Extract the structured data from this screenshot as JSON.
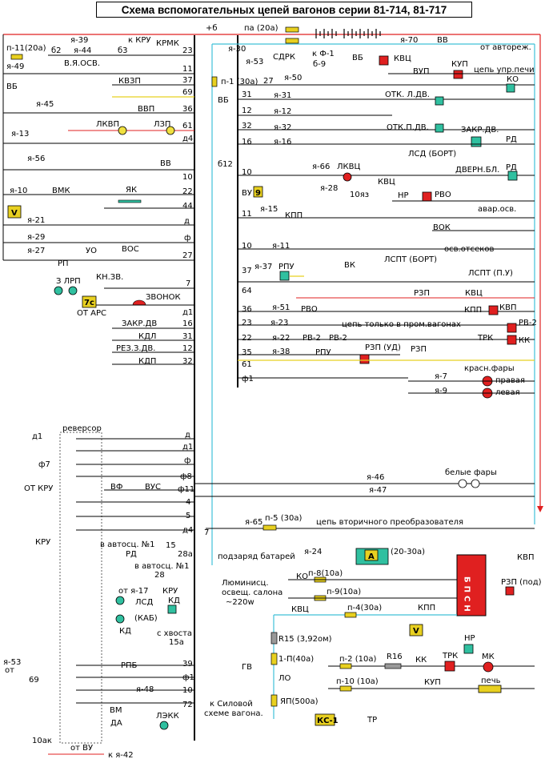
{
  "title": "Схема вспомогательных цепей вагонов серии 81-714, 81-717",
  "bus_labels": {
    "plus_b": "+б",
    "b2": "б2",
    "b3": "б3",
    "b12": "б12",
    "b9": "б-9",
    "n23": "23",
    "n11": "11",
    "n37": "37",
    "n69": "69",
    "n36": "36",
    "n61": "61",
    "d4": "д4",
    "n10": "10",
    "n22": "22",
    "n44": "44",
    "d": "д",
    "f": "ф",
    "n27": "27",
    "n7": "7",
    "d1": "д1",
    "n16": "16",
    "n31": "31",
    "n12": "12",
    "n32": "32"
  },
  "left_items": {
    "p11": "п-11(20а)",
    "ya39": "я-39",
    "to_kru": "к КРУ",
    "ya44": "я-44",
    "krmk": "КРМК",
    "ya49": "я-49",
    "vyaosv": "В.Я.ОСВ.",
    "vb": "ВБ",
    "kvzp": "КВЗП",
    "ya45": "я-45",
    "vvp": "ВВП",
    "lkvp": "ЛКВП",
    "lzp": "ЛЗП",
    "ya13": "я-13",
    "ya56": "я-56",
    "vv": "ВВ",
    "ya10": "я-10",
    "vmk": "ВМК",
    "yak": "ЯК",
    "v_meter": "V",
    "ya21": "я-21",
    "ya29": "я-29",
    "ya27": "я-27",
    "uo": "УО",
    "vos": "ВОС",
    "rp": "РП",
    "z_lrp": "З ЛРП",
    "knzv": "КН.ЗВ.",
    "zvonok": "ЗВОНОК",
    "b7c": "7с",
    "ot_ars": "ОТ АРС",
    "zakr_dv": "ЗАКР.ДВ",
    "kdl": "КДЛ",
    "rez_z_dv": "РЕЗ.З.ДВ.",
    "kdp": "КДП"
  },
  "right_items": {
    "pa20": "па (20а)",
    "ya70": "я-70",
    "vv": "ВВ",
    "ot_avtorezh": "от автореж.",
    "ya30": "я-30",
    "sdrk": "СДРК",
    "ya53": "я-53",
    "kf1": "к Ф-1",
    "vb": "ВБ",
    "kvc": "КВЦ",
    "vup": "ВУП",
    "kup": "КУП",
    "cep_upr_pechi": "цепь упр.печи",
    "p1": "п-1 (30а)",
    "n27": "27",
    "ya50": "я-50",
    "ko": "КО",
    "n31": "31",
    "ya31": "я-31",
    "otk_l_dv": "ОТК. Л.ДВ.",
    "n12": "12",
    "ya12": "я-12",
    "n32": "32",
    "ya32": "я-32",
    "otk_p_dv": "ОТК.П.ДВ.",
    "zakr_dv": "ЗАКР.ДВ.",
    "n16": "16",
    "ya16": "я-16",
    "rd": "РД",
    "lsd_bort": "ЛСД (БОРТ)",
    "n10": "10",
    "ya66": "я-66",
    "lkvc": "ЛКВЦ",
    "kvc2": "КВЦ",
    "dvern_bl": "ДВЕРН.БЛ.",
    "vu": "ВУ",
    "n9": "9",
    "ya28": "я-28",
    "n10ya3": "10яз",
    "np": "НР",
    "rvo": "РВО",
    "n11": "11",
    "ya15": "я-15",
    "kpp": "КПП",
    "avar_osv": "авар.осв.",
    "vok": "ВОК",
    "ya11": "я-11",
    "osv_otsekov": "осв.отсеков",
    "n37": "37",
    "ya37": "я-37",
    "rpu": "РПУ",
    "vk": "ВК",
    "lspt_bort": "ЛСПТ (БОРТ)",
    "n64": "64",
    "lspt_pu": "ЛСПТ (П.У)",
    "rzp": "РЗП",
    "kvc3": "КВЦ",
    "n36": "36",
    "ya51": "я-51",
    "rvo2": "РВО",
    "kpp2": "КПП",
    "kvp": "КВП",
    "n23": "23",
    "ya23": "я-23",
    "tolko_v_prom": "цепь только в пром.вагонах",
    "rv2": "РВ-2",
    "n22": "22",
    "ya22": "я-22",
    "rv2b": "РВ-2",
    "rv2c": "РВ-2",
    "trk": "ТРК",
    "kk": "КК",
    "n35": "35",
    "ya38": "я-38",
    "rpu2": "РПУ",
    "rzp_ud": "РЗП (УД)",
    "rzp2": "РЗП",
    "n61": "61",
    "krasn_fary": "красн.фары",
    "f1": "ф1",
    "ya7": "я-7",
    "pravaya": "правая",
    "ya9": "я-9",
    "levaya": "левая"
  },
  "reversor": {
    "title": "реверсор",
    "d1": "д1",
    "f7": "ф7",
    "ot_kru": "ОТ КРУ",
    "vf": "ВФ",
    "vus": "ВУС",
    "out_d": "д",
    "out_d1": "д1",
    "out_f": "ф",
    "out_f8": "ф8",
    "out_f11": "ф11",
    "out_4": "4",
    "out_5": "5",
    "out_d4": "д4",
    "kru": "КРУ",
    "in_avtoscep1": "в автосц. №1",
    "n15": "15",
    "n28a": "28а",
    "rd": "РД",
    "in_avtoscep1b": "в автосц. №1",
    "n28": "28",
    "ot_ya17": "от я-17",
    "kru2": "КРУ",
    "lsd": "ЛСД",
    "kab": "(КАБ)",
    "kd": "КД",
    "kd2": "КД",
    "s_hvosta": "с хвоста",
    "n15a": "15а",
    "ya53": "я-53",
    "ot": "от",
    "n69": "69",
    "rpb": "РПБ",
    "n39": "39",
    "f1": "ф1",
    "ya48": "я-48",
    "n10": "10",
    "n72": "72",
    "vm": "ВМ",
    "lekk": "ЛЭКК",
    "da": "ДА",
    "n10ak": "10ак",
    "ot_vu": "от ВУ",
    "k_ya42": "к я-42"
  },
  "lower_right": {
    "ya46": "я-46",
    "belye_fary": "белые фары",
    "ya47": "я-47",
    "ya65": "я-65",
    "n7": "7",
    "p5": "п-5 (30а)",
    "vtorich": "цепь вторичного преобразователя",
    "podzaryad": "подзаряд батарей",
    "ya24": "я-24",
    "ammeter": "А",
    "range": "(20-30а)",
    "kvp": "КВП",
    "lum1": "Люминисц.",
    "lum2": "освещ. салона",
    "lum3": "~220w",
    "ko": "КО",
    "p8": "п-8(10а)",
    "p9": "п-9(10а)",
    "bpsn": "БПСН",
    "rzp_pod": "РЗП (под)",
    "kvc": "КВЦ",
    "p4": "п-4(30а)",
    "kpp": "КПП",
    "v_meter": "V",
    "np": "НР",
    "r15": "R15 (3,92ом)",
    "p1": "1-П(40а)",
    "gv": "ГВ",
    "lo": "ЛО",
    "k_silovoy": "к Силовой",
    "sheme_vagona": "схеме вагона.",
    "p2": "п-2 (10а)",
    "r16": "R16",
    "kk": "КК",
    "trk": "ТРК",
    "mk": "МК",
    "p10": "п-10 (10а)",
    "kup": "КУП",
    "pech": "печь",
    "yap": "ЯП(500а)",
    "ks1": "КС-1",
    "tr": "ТР"
  },
  "colors": {
    "wire": "#000000",
    "plus_bus": "#e02020",
    "cyan_bus": "#40c0d8",
    "yellow_bus": "#e8d020",
    "fuse": "#e8d020",
    "lamp": "#f0e040",
    "led_green": "#30c0a0",
    "relay_red": "#e02020",
    "bpsn": "#e02020",
    "dashed": "#606060"
  }
}
